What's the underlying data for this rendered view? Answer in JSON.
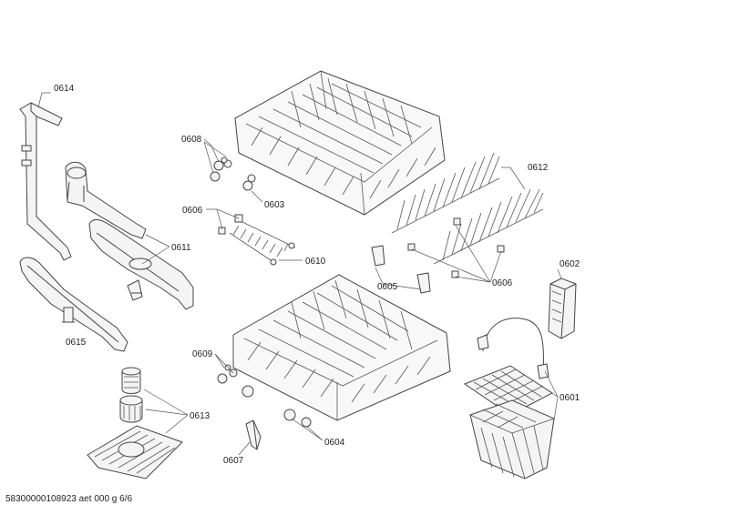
{
  "labels": {
    "l0614": "0614",
    "l0608": "0608",
    "l0603": "0603",
    "l0612": "0612",
    "l0606a": "0606",
    "l0610": "0610",
    "l0611": "0611",
    "l0605": "0605",
    "l0606b": "0606",
    "l0602": "0602",
    "l0615": "0615",
    "l0609": "0609",
    "l0601": "0601",
    "l0613": "0613",
    "l0604": "0604",
    "l0607": "0607"
  },
  "footer": "58300000108923 aet 000 g 6/6"
}
